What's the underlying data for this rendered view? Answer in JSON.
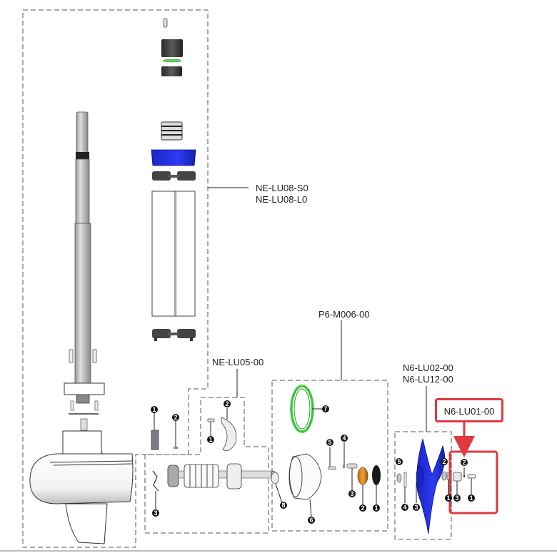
{
  "diagram": {
    "title": "Exploded parts diagram",
    "assemblies": [
      {
        "id": "upper",
        "codes": [
          "NE-LU08-S0",
          "NE-LU08-L0"
        ]
      },
      {
        "id": "motor",
        "codes": [
          "NE-LU05-00"
        ]
      },
      {
        "id": "housing",
        "codes": [
          "P6-M006-00"
        ],
        "part_numbers": [
          "1",
          "2",
          "3",
          "4",
          "5",
          "6",
          "7",
          "8"
        ]
      },
      {
        "id": "propeller",
        "codes": [
          "N6-LU02-00",
          "N6-LU12-00"
        ],
        "part_numbers": [
          "1",
          "2",
          "3",
          "4",
          "5"
        ]
      },
      {
        "id": "prop-nut",
        "codes": [
          "N6-LU01-00"
        ],
        "part_numbers": [
          "1",
          "2",
          "3"
        ],
        "highlighted": true
      }
    ],
    "motor_bracket_parts": [
      "1",
      "2"
    ],
    "motor_parts": [
      "1",
      "2",
      "3"
    ],
    "highlight_color": "#e0393e",
    "propeller_color": "#1f2bd6",
    "o_ring_color": "#3cc83c",
    "bushing_color": "#d98a1e"
  }
}
